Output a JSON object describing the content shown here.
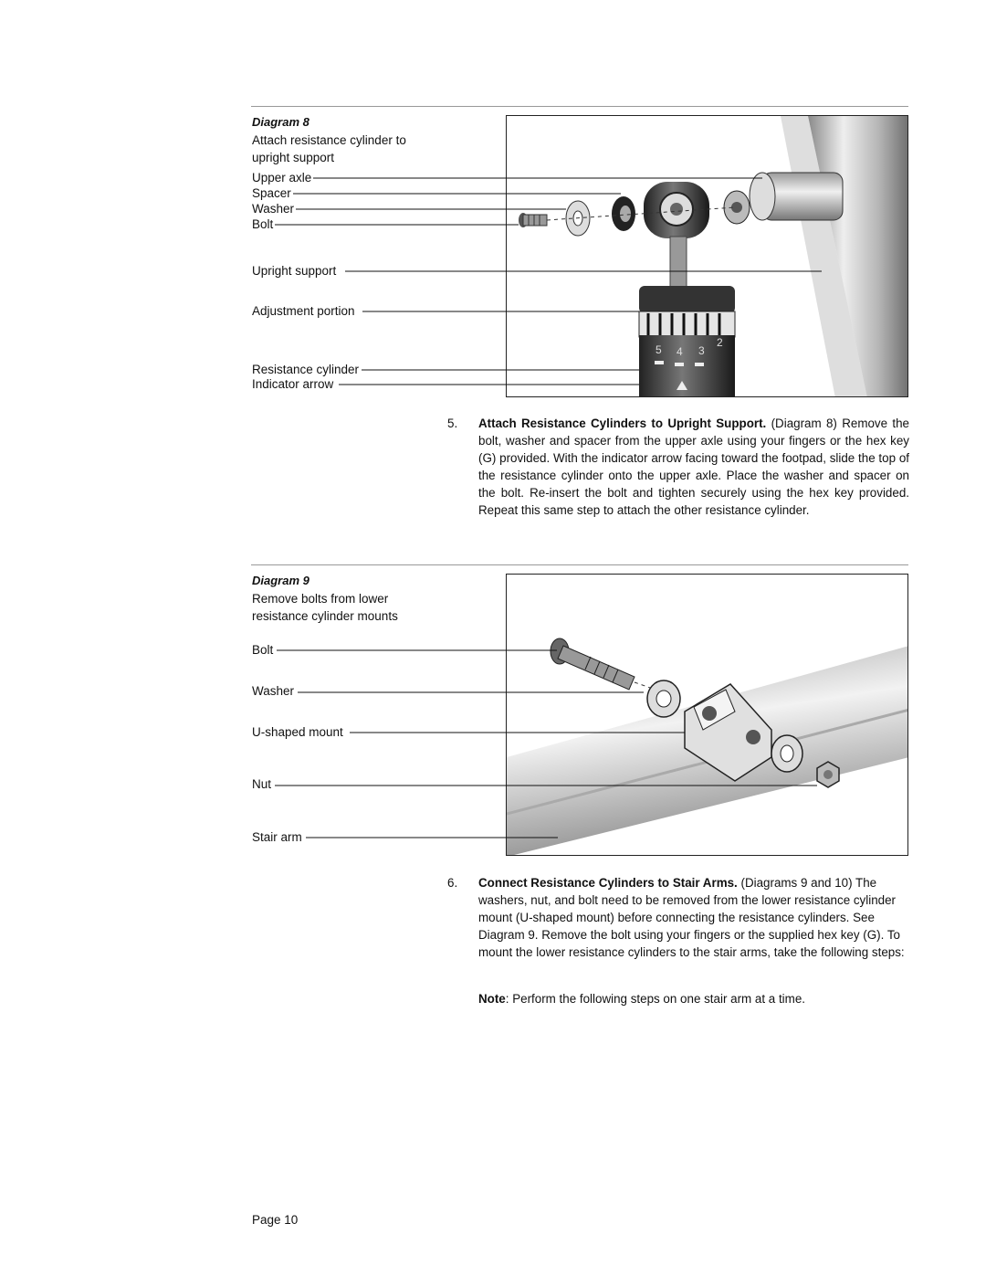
{
  "diagram8": {
    "title": "Diagram 8",
    "caption": "Attach resistance cylinder to upright support",
    "labels": {
      "upper_axle": "Upper axle",
      "spacer": "Spacer",
      "washer": "Washer",
      "bolt": "Bolt",
      "upright_support": "Upright support",
      "adjustment_portion": "Adjustment portion",
      "resistance_cylinder": "Resistance cylinder",
      "indicator_arrow": "Indicator arrow"
    },
    "dial_numbers": [
      "5",
      "4",
      "3",
      "2"
    ]
  },
  "step5": {
    "number": "5.",
    "heading": "Attach Resistance Cylinders to Upright Support.",
    "text": " (Diagram 8) Remove the bolt, washer and spacer from the upper axle using your fingers or the hex key (G) provided. With the indicator arrow facing toward the footpad, slide the top of the resistance cylinder onto the upper axle. Place the washer and spacer on the bolt. Re-insert the bolt and tighten securely using the hex key provided. Repeat this same step to attach the other resistance cylinder."
  },
  "diagram9": {
    "title": "Diagram 9",
    "caption": "Remove bolts from lower resistance cylinder mounts",
    "labels": {
      "bolt": "Bolt",
      "washer": "Washer",
      "u_mount": "U-shaped mount",
      "nut": "Nut",
      "stair_arm": "Stair arm"
    }
  },
  "step6": {
    "number": "6.",
    "heading": "Connect Resistance Cylinders to Stair Arms.",
    "text": " (Diagrams 9 and 10) The washers, nut, and bolt need to be removed from the lower resistance cylinder mount (U-shaped mount) before connecting the resistance cylinders. See Diagram 9. Remove the bolt using your fingers or the supplied hex key (G). To mount the lower resistance cylinders to the stair arms, take the following steps:"
  },
  "note": {
    "label": "Note",
    "text": ": Perform the following steps on one stair arm at a time."
  },
  "footer": {
    "page": "Page 10"
  }
}
